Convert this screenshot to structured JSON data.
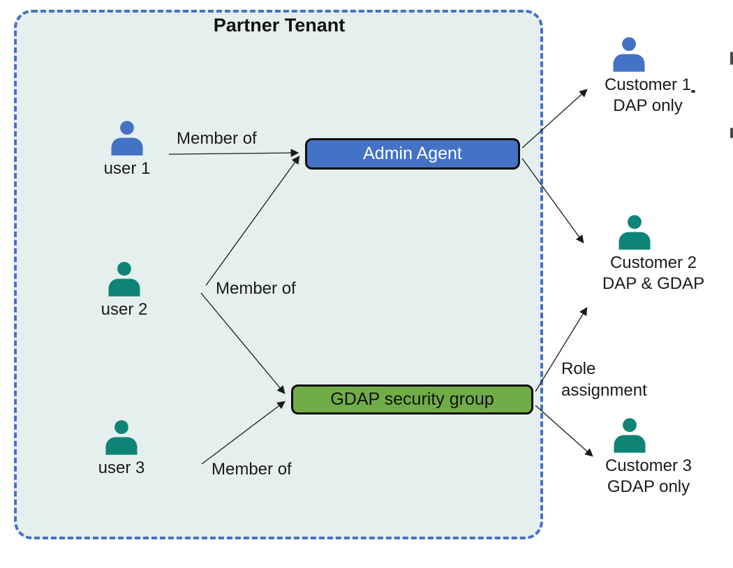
{
  "colors": {
    "blue": "#4472C4",
    "teal": "#0E8476",
    "green": "#71AD47",
    "tenant_fill": "#E5F0EE",
    "tenant_border": "#4472C4",
    "line": "#1A1A1A"
  },
  "tenant": {
    "title": "Partner Tenant"
  },
  "users": [
    {
      "id": "user-1",
      "label": "user 1",
      "color": "#4472C4"
    },
    {
      "id": "user-2",
      "label": "user 2",
      "color": "#0E8476"
    },
    {
      "id": "user-3",
      "label": "user 3",
      "color": "#0E8476"
    }
  ],
  "groups": [
    {
      "id": "admin-agent",
      "label": "Admin Agent",
      "fill": "#4472C4"
    },
    {
      "id": "gdap-security-group",
      "label": "GDAP security group",
      "fill": "#71AD47"
    }
  ],
  "customers": [
    {
      "id": "customer-1",
      "label": "Customer 1",
      "sublabel": "DAP only",
      "color": "#4472C4"
    },
    {
      "id": "customer-2",
      "label": "Customer 2",
      "sublabel": "DAP & GDAP",
      "color": "#0E8476"
    },
    {
      "id": "customer-3",
      "label": "Customer 3",
      "sublabel": "GDAP only",
      "color": "#0E8476"
    }
  ],
  "edge_labels": {
    "member_of_1": "Member of",
    "member_of_2": "Member of",
    "member_of_3": "Member of",
    "role_assignment": "Role assignment"
  }
}
